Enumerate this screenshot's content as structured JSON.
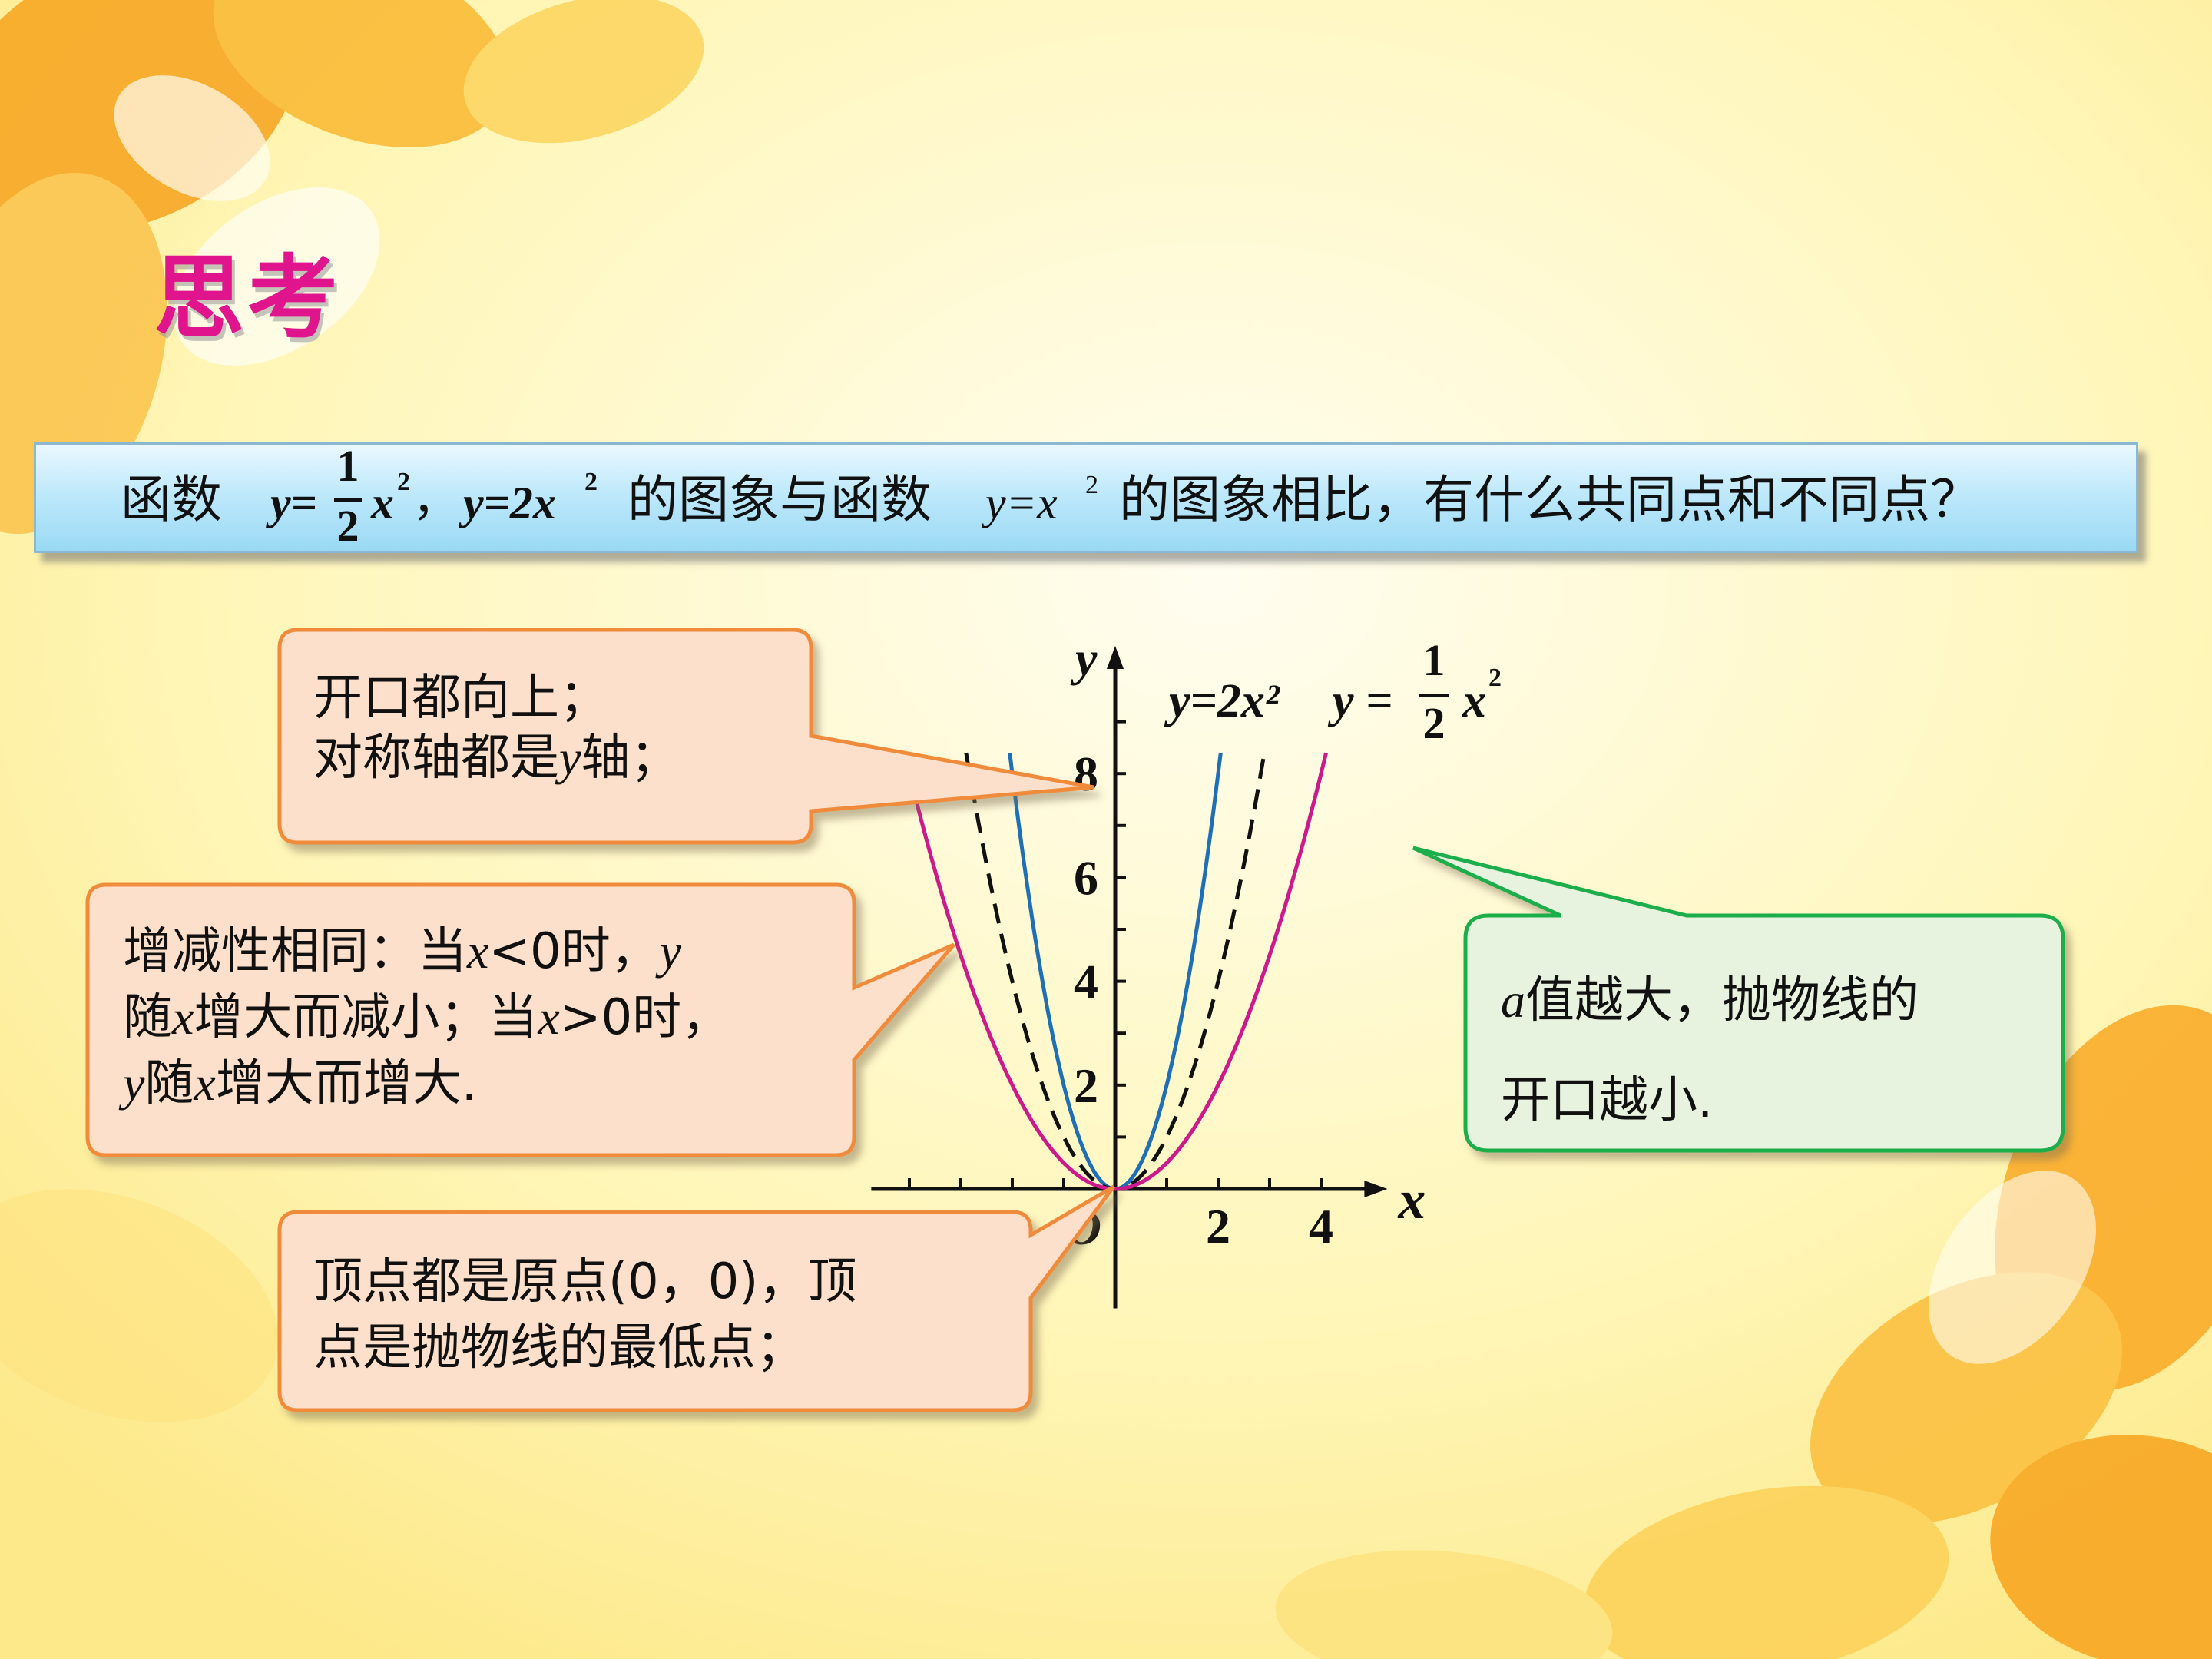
{
  "heading": "思考",
  "question": {
    "prefix": "函数",
    "func1": "y=",
    "func1_num": "1",
    "func1_den": "2",
    "func1_x": "x",
    "func1_exp": "2",
    "sep": "，",
    "func2": "y=2x",
    "func2_exp": "2",
    "middle": "的图象与函数",
    "func3": "y=x",
    "func3_exp": "2",
    "suffix": "的图象相比，有什么共同点和不同点？"
  },
  "callouts": {
    "opening": [
      "开口都向上；",
      "对称轴都是",
      "y",
      "轴；"
    ],
    "monotonic": [
      "增减性相同：当",
      "x",
      "<0时，",
      "y",
      "随",
      "x",
      "增大而减小；当",
      "x",
      ">0时，",
      "y",
      "随",
      "x",
      "增大而增大."
    ],
    "vertex": [
      "顶点都是原点(0，0)，顶",
      "点是抛物线的最低点；"
    ],
    "conclusion": [
      "a",
      "值越大，抛物线的",
      "开口越小."
    ]
  },
  "chart_data": {
    "type": "line",
    "series": [
      {
        "name": "y=2x²",
        "a": 2,
        "color": "#1f6fb8",
        "dash": false
      },
      {
        "name": "y=x²",
        "a": 1,
        "color": "#111111",
        "dash": true
      },
      {
        "name": "y=½x²",
        "a": 0.5,
        "color": "#cc1a8c",
        "dash": false
      }
    ],
    "x_tick_labels": [
      "2",
      "4"
    ],
    "y_tick_labels": [
      "2",
      "4",
      "6",
      "8"
    ],
    "origin_label": "O",
    "xlabel": "x",
    "ylabel": "y",
    "xlim": [
      -4.8,
      5.2
    ],
    "ylim": [
      -2.3,
      10.4
    ],
    "grid": false
  },
  "colors": {
    "callout_fill": "#fde0cb",
    "callout_border": "#ef8b3a",
    "conclusion_fill": "#e8f3df",
    "conclusion_border": "#1fae4b",
    "heading": "#e0148c"
  }
}
